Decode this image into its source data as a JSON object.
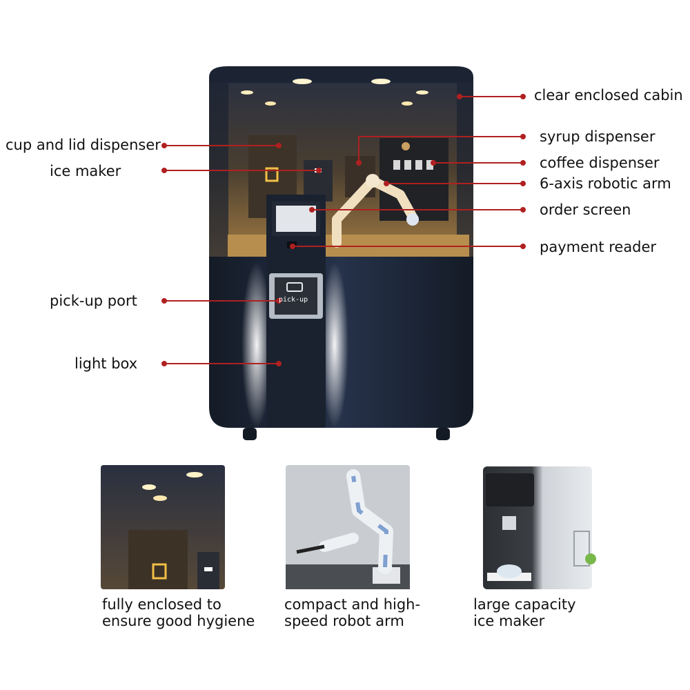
{
  "colors": {
    "leader": "#b02020",
    "body_dark": "#1e2a3a",
    "cabin_warm": "#6b5232",
    "screen": "#dfe2e6",
    "lightbox_glow": "#e8eef6",
    "robot_white": "#eef1f4"
  },
  "left_labels": [
    {
      "text": "cup and lid dispenser"
    },
    {
      "text": "ice maker"
    },
    {
      "text": "pick-up port"
    },
    {
      "text": "light box"
    }
  ],
  "right_labels": [
    {
      "text": "clear enclosed cabin"
    },
    {
      "text": "syrup dispenser"
    },
    {
      "text": "coffee dispenser"
    },
    {
      "text": "6-axis robotic arm"
    },
    {
      "text": "order screen"
    },
    {
      "text": "payment reader"
    }
  ],
  "machine": {
    "pickup_sign": "pick-up"
  },
  "features": [
    {
      "caption": "fully enclosed to\nensure good hygiene"
    },
    {
      "caption": "compact and high-\nspeed robot arm"
    },
    {
      "caption": "large capacity\nice maker"
    }
  ]
}
